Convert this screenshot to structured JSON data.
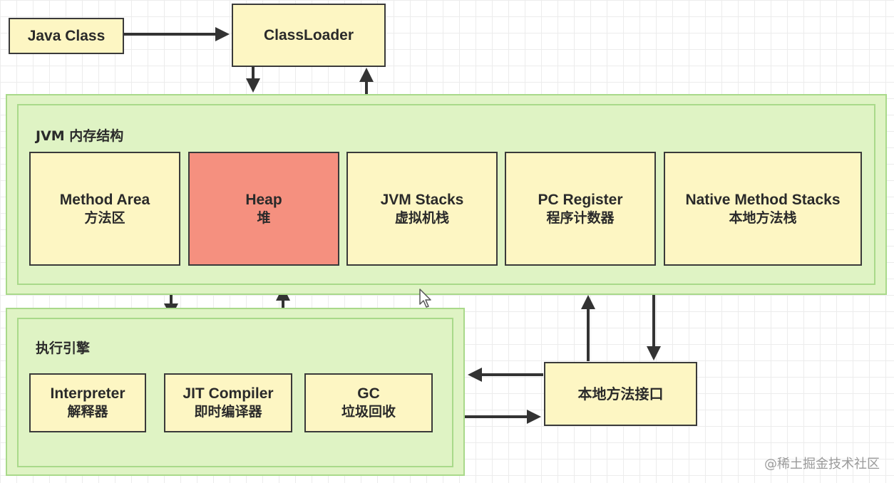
{
  "top": {
    "java_class": "Java Class",
    "classloader": "ClassLoader"
  },
  "jvm_memory": {
    "title": "JVM 内存结构",
    "areas": [
      {
        "en": "Method Area",
        "zh": "方法区"
      },
      {
        "en": "Heap",
        "zh": "堆"
      },
      {
        "en": "JVM Stacks",
        "zh": "虚拟机栈"
      },
      {
        "en": "PC Register",
        "zh": "程序计数器"
      },
      {
        "en": "Native Method Stacks",
        "zh": "本地方法栈"
      }
    ]
  },
  "execution_engine": {
    "title": "执行引擎",
    "components": [
      {
        "en": "Interpreter",
        "zh": "解释器"
      },
      {
        "en": "JIT Compiler",
        "zh": "即时编译器"
      },
      {
        "en": "GC",
        "zh": "垃圾回收"
      }
    ]
  },
  "native_interface": "本地方法接口",
  "watermark": "@稀土掘金技术社区",
  "colors": {
    "box_fill": "#fdf6c3",
    "heap_fill": "#f5907f",
    "green_fill": "#dff3c4",
    "green_border": "#a9d98a"
  }
}
